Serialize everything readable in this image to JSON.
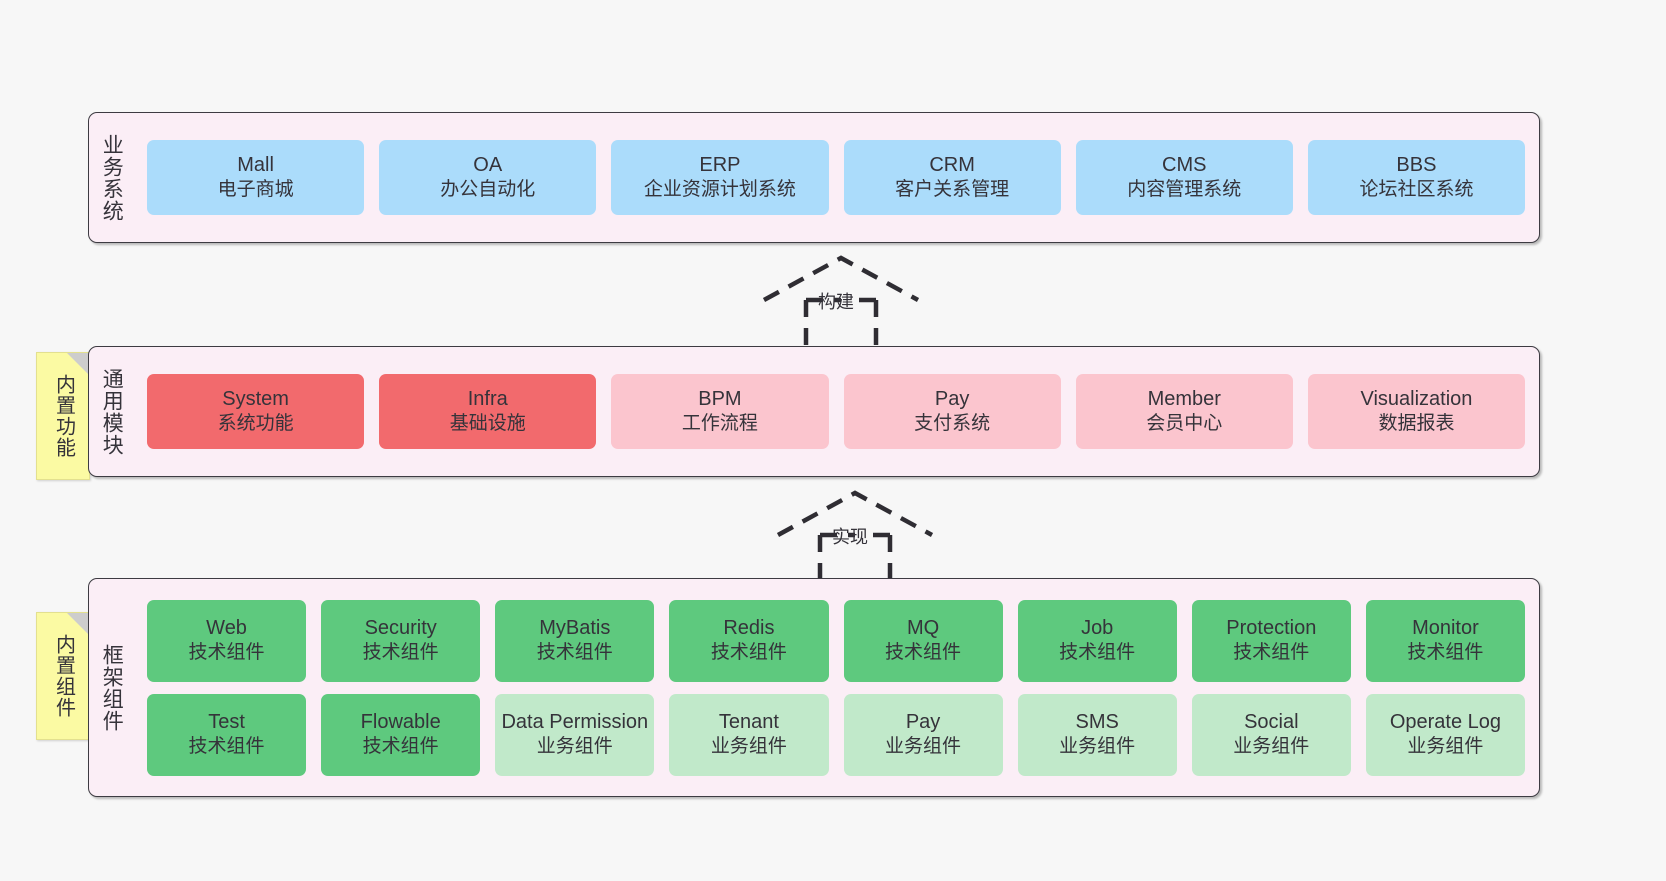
{
  "diagram": {
    "background_color": "#f7f7f7",
    "layer_fill": "#fbeef6",
    "colors": {
      "business": "#abdcfb",
      "module_core": "#f26a6d",
      "module_optional": "#fbc5ce",
      "component_tech": "#5ec97e",
      "component_biz": "#c1e9ca",
      "sticky": "#fbfaa3"
    }
  },
  "layers": [
    {
      "id": "business",
      "title": "业务系统",
      "rows": [
        [
          {
            "name": "Mall",
            "desc": "电子商城",
            "color": "blue"
          },
          {
            "name": "OA",
            "desc": "办公自动化",
            "color": "blue"
          },
          {
            "name": "ERP",
            "desc": "企业资源计划系统",
            "color": "blue"
          },
          {
            "name": "CRM",
            "desc": "客户关系管理",
            "color": "blue"
          },
          {
            "name": "CMS",
            "desc": "内容管理系统",
            "color": "blue"
          },
          {
            "name": "BBS",
            "desc": "论坛社区系统",
            "color": "blue"
          }
        ]
      ]
    },
    {
      "id": "modules",
      "title": "通用模块",
      "sticky": "内置功能",
      "rows": [
        [
          {
            "name": "System",
            "desc": "系统功能",
            "color": "red"
          },
          {
            "name": "Infra",
            "desc": "基础设施",
            "color": "red"
          },
          {
            "name": "BPM",
            "desc": "工作流程",
            "color": "pink"
          },
          {
            "name": "Pay",
            "desc": "支付系统",
            "color": "pink"
          },
          {
            "name": "Member",
            "desc": "会员中心",
            "color": "pink"
          },
          {
            "name": "Visualization",
            "desc": "数据报表",
            "color": "pink"
          }
        ]
      ]
    },
    {
      "id": "framework",
      "title": "框架组件",
      "sticky": "内置组件",
      "rows": [
        [
          {
            "name": "Web",
            "desc": "技术组件",
            "color": "green"
          },
          {
            "name": "Security",
            "desc": "技术组件",
            "color": "green"
          },
          {
            "name": "MyBatis",
            "desc": "技术组件",
            "color": "green"
          },
          {
            "name": "Redis",
            "desc": "技术组件",
            "color": "green"
          },
          {
            "name": "MQ",
            "desc": "技术组件",
            "color": "green"
          },
          {
            "name": "Job",
            "desc": "技术组件",
            "color": "green"
          },
          {
            "name": "Protection",
            "desc": "技术组件",
            "color": "green"
          },
          {
            "name": "Monitor",
            "desc": "技术组件",
            "color": "green"
          }
        ],
        [
          {
            "name": "Test",
            "desc": "技术组件",
            "color": "green"
          },
          {
            "name": "Flowable",
            "desc": "技术组件",
            "color": "green"
          },
          {
            "name": "Data Permission",
            "desc": "业务组件",
            "color": "lgreen"
          },
          {
            "name": "Tenant",
            "desc": "业务组件",
            "color": "lgreen"
          },
          {
            "name": "Pay",
            "desc": "业务组件",
            "color": "lgreen"
          },
          {
            "name": "SMS",
            "desc": "业务组件",
            "color": "lgreen"
          },
          {
            "name": "Social",
            "desc": "业务组件",
            "color": "lgreen"
          },
          {
            "name": "Operate Log",
            "desc": "业务组件",
            "color": "lgreen"
          }
        ]
      ]
    }
  ],
  "connectors": [
    {
      "id": "build",
      "label": "构建",
      "icon": "dashed-hollow-triangle-arrow-up"
    },
    {
      "id": "implement",
      "label": "实现",
      "icon": "dashed-hollow-triangle-arrow-up"
    }
  ]
}
